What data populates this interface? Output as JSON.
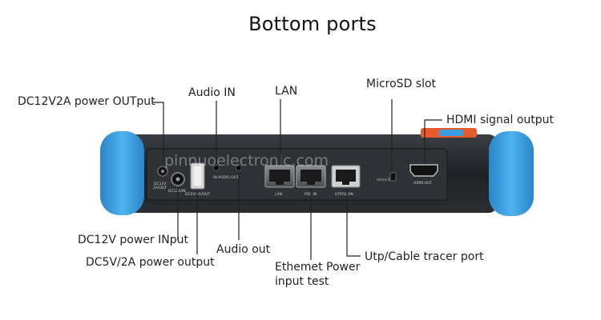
{
  "title": "Bottom ports",
  "watermark": "pinnuoelectronic.com",
  "labels": {
    "dc12v2a_power_output": "DC12V2A power OUTput",
    "audio_in": "Audio IN",
    "lan": "LAN",
    "microsd_slot": "MicroSD slot",
    "hdmi_signal_output": "HDMI signal output",
    "dc12v_power_input": "DC12V power INput",
    "dc5v2a_power_output": "DC5V/2A power output",
    "audio_out": "Audio out",
    "ethernet_power_line1": "Ethemet Power",
    "ethernet_power_line2": "input test",
    "utp_cable_tracer_port": "Utp/Cable tracer port"
  },
  "device_markings": {
    "dc12v_out": "DC12V",
    "dc12v_out2": "2A/OUT",
    "dc12v_in": "DC12V/IN",
    "dc5v_out": "DC5V/2A/OUT",
    "in_audio_out": "IN  AUDIO  OUT",
    "lan": "LAN",
    "poe_in": "POE IN",
    "utp_scan": "UTP/SCAN",
    "micro_sd": "micro SD",
    "hdmi_out": "HDMI OUT"
  },
  "colors": {
    "bumper": "#3a9fe0",
    "bumper_dark": "#2a86c8",
    "body": "#1f2226",
    "panel": "#2b2e33",
    "leader": "#222222"
  }
}
